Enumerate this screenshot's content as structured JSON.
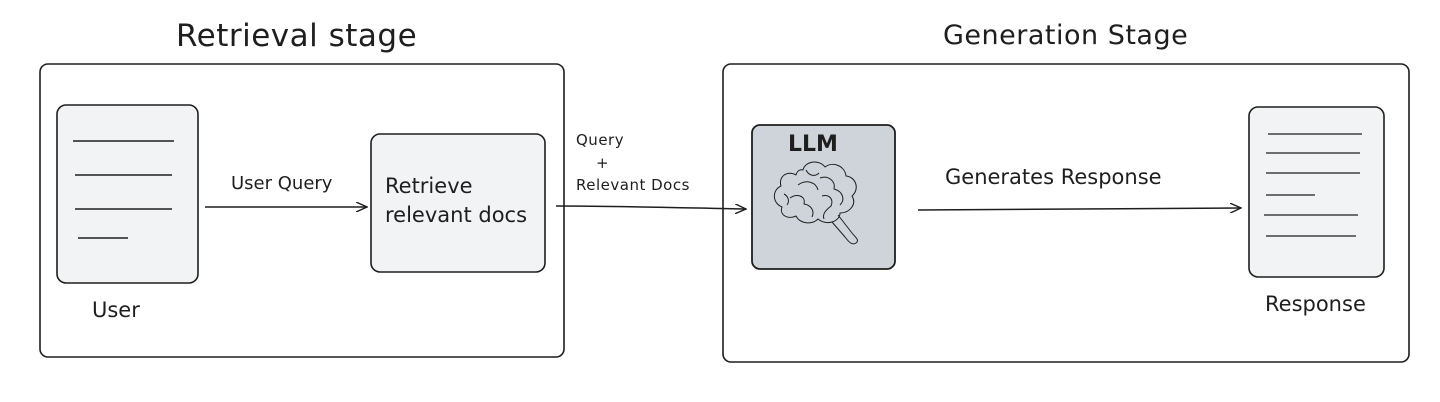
{
  "retrieval_stage": {
    "title": "Retrieval stage",
    "user_label": "User",
    "edge_label": "User Query",
    "retrieve_box": {
      "line1": "Retrieve",
      "line2": "relevant docs"
    }
  },
  "handoff_edge": {
    "line1": "Query",
    "line2": "+",
    "line3": "Relevant Docs"
  },
  "generation_stage": {
    "title": "Generation Stage",
    "llm_label": "LLM",
    "edge_label": "Generates Response",
    "response_label": "Response"
  },
  "colors": {
    "stroke": "#1e1e1e",
    "box_fill": "#f1f3f5",
    "llm_fill": "#cfd4da"
  }
}
